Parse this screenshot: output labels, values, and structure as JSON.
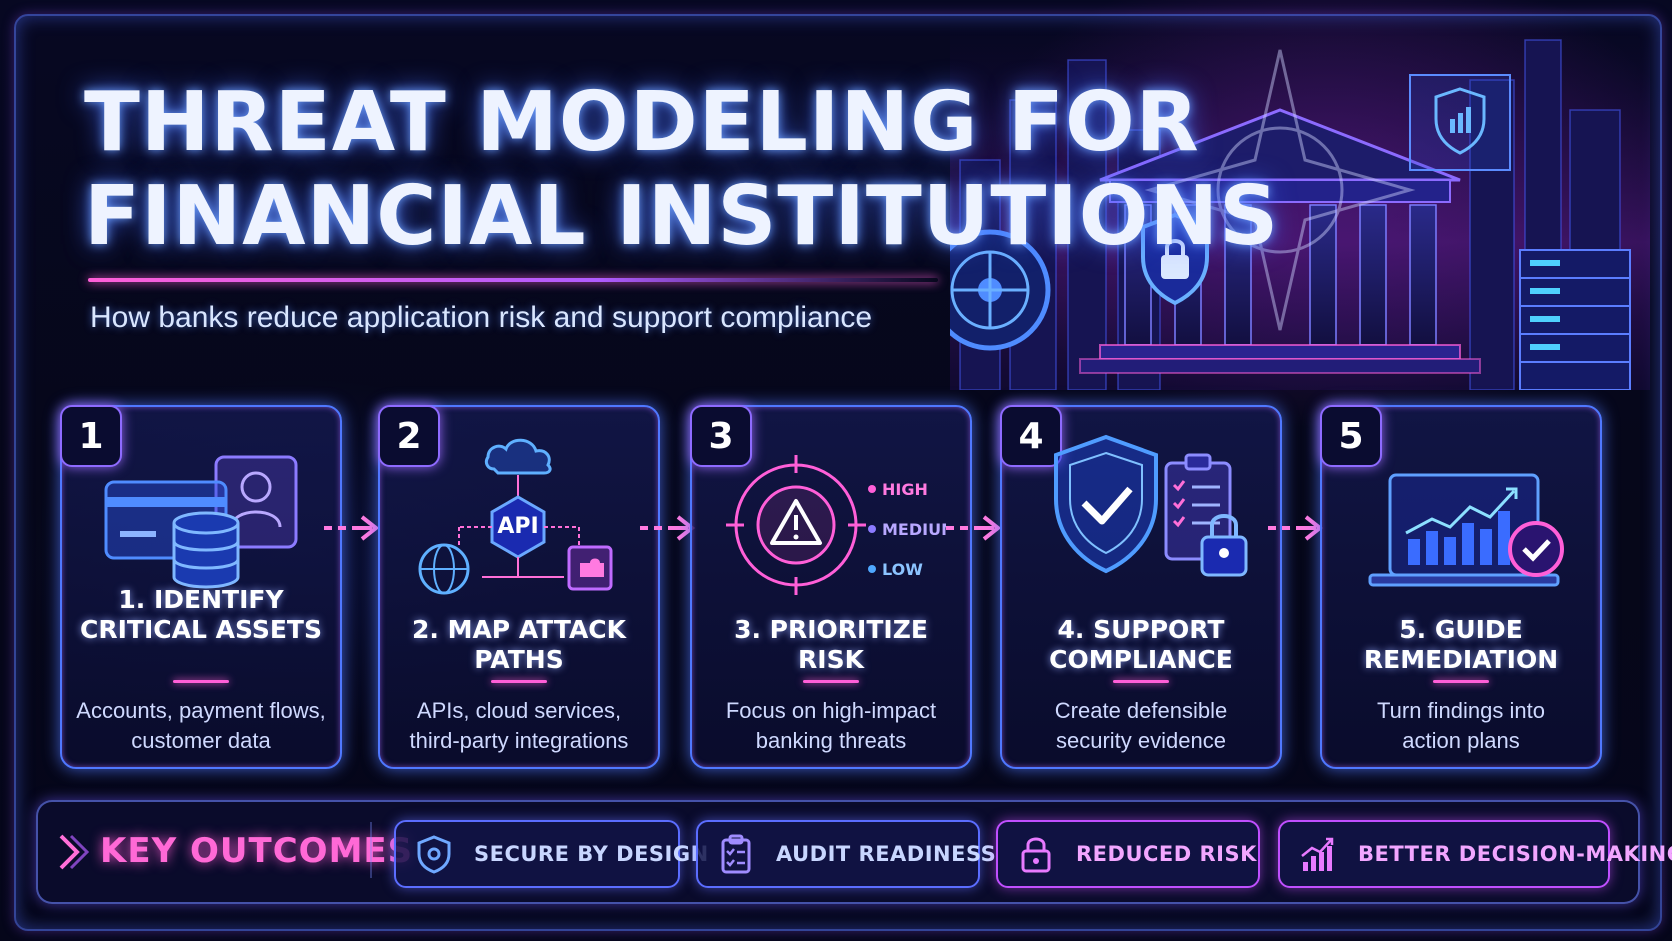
{
  "header": {
    "title_line1": "THREAT MODELING FOR",
    "title_line2": "FINANCIAL INSTITUTIONS",
    "subtitle": "How banks reduce application risk and support compliance"
  },
  "steps": [
    {
      "number": "1",
      "title_line1": "1. IDENTIFY",
      "title_line2": "CRITICAL ASSETS",
      "desc_line1": "Accounts, payment flows,",
      "desc_line2": "customer data",
      "icon": "database-card-user-icon"
    },
    {
      "number": "2",
      "title_line1": "2. MAP ATTACK PATHS",
      "title_line2": "",
      "desc_line1": "APIs, cloud services,",
      "desc_line2": "third-party integrations",
      "icon": "api-network-icon",
      "icon_text": "API"
    },
    {
      "number": "3",
      "title_line1": "3. PRIORITIZE RISK",
      "title_line2": "",
      "desc_line1": "Focus on high-impact",
      "desc_line2": "banking threats",
      "icon": "target-warning-icon",
      "risk_levels": [
        "HIGH",
        "MEDIUM",
        "LOW"
      ]
    },
    {
      "number": "4",
      "title_line1": "4. SUPPORT COMPLIANCE",
      "title_line2": "",
      "desc_line1": "Create defensible",
      "desc_line2": "security evidence",
      "icon": "shield-checklist-lock-icon"
    },
    {
      "number": "5",
      "title_line1": "5. GUIDE REMEDIATION",
      "title_line2": "",
      "desc_line1": "Turn findings into",
      "desc_line2": "action plans",
      "icon": "laptop-chart-check-icon"
    }
  ],
  "outcomes": {
    "title": "KEY OUTCOMES",
    "items": [
      {
        "label": "SECURE BY DESIGN",
        "icon": "shield-icon"
      },
      {
        "label": "AUDIT READINESS",
        "icon": "clipboard-check-icon"
      },
      {
        "label": "REDUCED RISK",
        "icon": "lock-icon"
      },
      {
        "label": "BETTER DECISION-MAKING",
        "icon": "growth-chart-icon"
      }
    ]
  },
  "colors": {
    "accent_blue": "#4f78ff",
    "accent_magenta": "#ff5fd8",
    "accent_purple": "#b05cff",
    "background": "#050616"
  }
}
